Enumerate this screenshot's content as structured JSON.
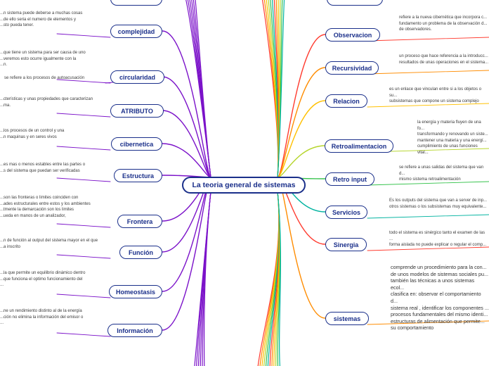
{
  "central": "La teoria general de sistemas",
  "left_nodes": [
    {
      "label": "complejidad",
      "desc": "...n sistema puede deberse a muchas cosas\n...de ello seria el numero de elementos  y\n...sto pueda tener."
    },
    {
      "label": "circularidad",
      "desc": "...que tiene un sistema para ser causa de uno\n...veremos esto ocurre igualmente con la\n...n.",
      "sub": "se refiere a los procesos de autoacusación"
    },
    {
      "label": "ATRIBUTO",
      "desc": "...cterísticas y unas propiedades que caracterizan\n...ma."
    },
    {
      "label": "cibernetica",
      "desc": "...los procesos de un control y una\n...n maquinas y en seres vivos"
    },
    {
      "label": "Estructura",
      "desc": "...es mas o menos estables entre las partes o\n...s   del sistema que puedan ser verificadas"
    },
    {
      "label": "Frontera",
      "desc": "...son las fronteras o limites coinciden con\n...ades estructurales entre estos y los ambientes\n...tmente  la demarcación son los limites\n...ueda en manos de un analizador,"
    },
    {
      "label": "Función",
      "desc": "...n de función al output del sistema mayor en el que\n...a inscrito"
    },
    {
      "label": "Homeostasis",
      "desc": "...la que permite un equilibrio dinámico dentro\n...que funciona el optimo funcionamiento del\n..."
    },
    {
      "label": "Información",
      "desc": "...ne un rendimiento distinto al de la energía\n...ción  no elimina la información del emisor o\n..."
    }
  ],
  "right_nodes": [
    {
      "label": "Observacion",
      "desc": "refiere a la nueva cibernética que incorpora c...\nfundamento un problema de la observación d...\nde observadores."
    },
    {
      "label": "Recursividad",
      "desc": "un proceso que hace referencia a la introducc...\nresultados de unas operaciones en el sistema..."
    },
    {
      "label": "Relacion",
      "desc": "es un enlace que vinculan entre si a los objetos  o su...\nsubsistemas  que compone un sistema complejo"
    },
    {
      "label": "Retroalimentacion",
      "desc": "la energía y materia fluyen de una fo...\ntransformando y renovando  un siste...\nmantener  una materia y  una energí...\ncumplimiento de unas funciones vital..."
    },
    {
      "label": "Retro input",
      "desc": "se refiere a unas salidas del sistema que van d...\nmismo   sistema retroalimentación"
    },
    {
      "label": "Servicios",
      "desc": "Es los outputs del sistema que van a server  de inp...\notros sistemas   o los subsistemas muy equivalente..."
    },
    {
      "label": "Sinergia",
      "desc": "todo el sistema es sinérgico tanto el examen de las ...\nforma aislada  no puede explicar o regular  el comp..."
    },
    {
      "label": "sistemas",
      "desc": "comprende un procedimiento para la con...\nde unos modelos de sistemas sociales pu...\ntambién las técnicas a unos sistemas ecol...\nclasifica en: observar el comportamiento d...\nsistema real , identificar los componentes ...\nprocesos fundamentales del mismo identi...\nestructuras de alimentación  que permite...\nsu comportamiento"
    }
  ],
  "colors": {
    "node_border": "#1a2f8a",
    "left_branches": "#7b12c9",
    "right_branches": [
      "#ff3b2f",
      "#ff8c00",
      "#ffc000",
      "#b5d52b",
      "#33c24a",
      "#00b3a0"
    ]
  }
}
